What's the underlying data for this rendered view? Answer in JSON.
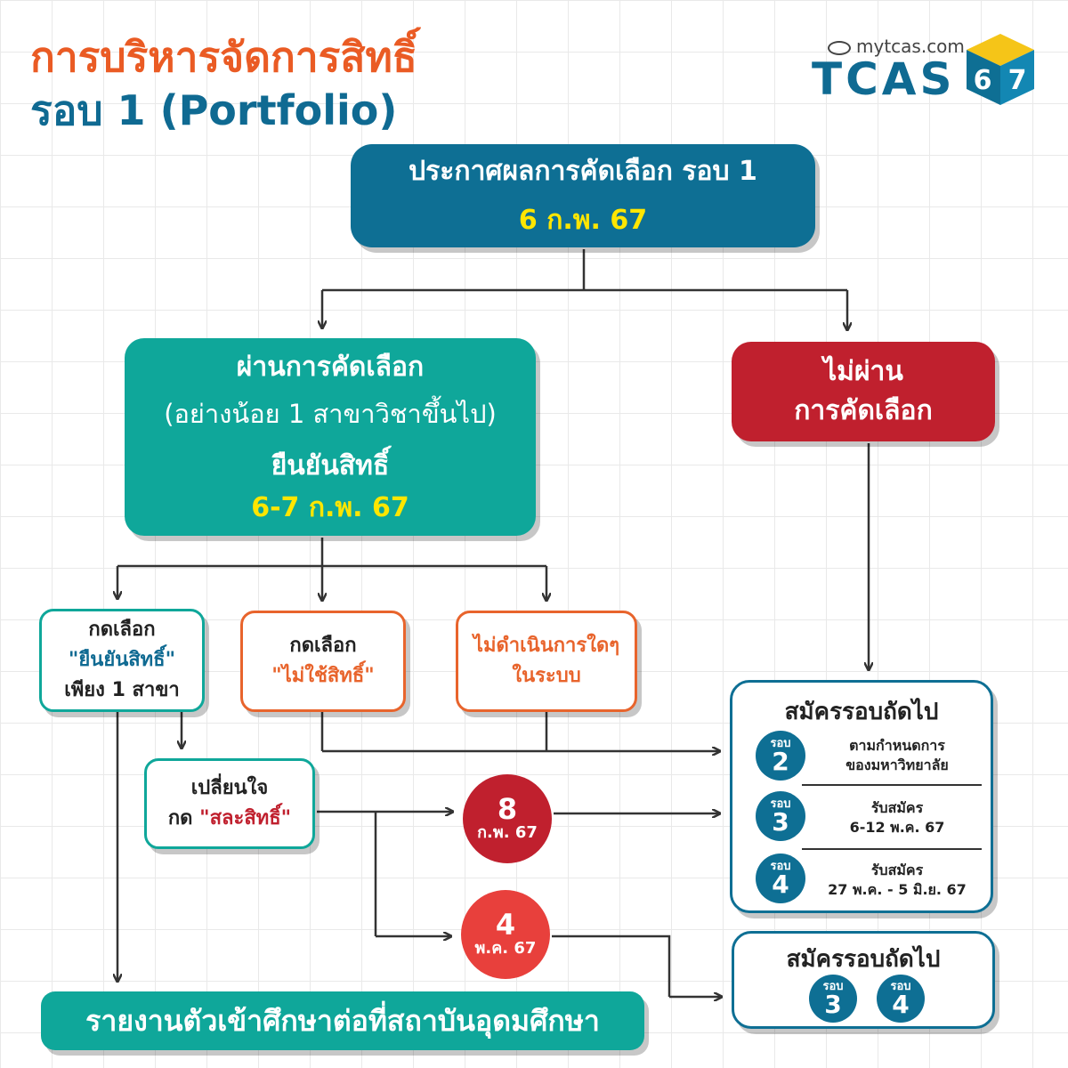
{
  "title": {
    "line1": "การบริหารจัดการสิทธิ์",
    "line2": "รอบ 1 (Portfolio)"
  },
  "logo": {
    "site": "mytcas.com",
    "word": "TCAS",
    "num1": "6",
    "num2": "7"
  },
  "announce": {
    "title": "ประกาศผลการคัดเลือก รอบ 1",
    "date": "6 ก.พ. 67"
  },
  "pass": {
    "title": "ผ่านการคัดเลือก",
    "subtitle": "(อย่างน้อย 1 สาขาวิชาขึ้นไป)",
    "confirm": "ยืนยันสิทธิ์",
    "date": "6-7 ก.พ. 67"
  },
  "fail": {
    "line1": "ไม่ผ่าน",
    "line2": "การคัดเลือก"
  },
  "option_confirm": {
    "line1": "กดเลือก",
    "line2": "\"ยืนยันสิทธิ์\"",
    "line3": "เพียง 1 สาขา"
  },
  "option_decline": {
    "line1": "กดเลือก",
    "line2": "\"ไม่ใช้สิทธิ์\""
  },
  "option_none": {
    "line1": "ไม่ดำเนินการใดๆ",
    "line2": "ในระบบ"
  },
  "change_mind": {
    "line1": "เปลี่ยนใจ",
    "prefix": "กด ",
    "action": "\"สละสิทธิ์\""
  },
  "deadline1": {
    "day": "8",
    "month": "ก.พ. 67"
  },
  "deadline2": {
    "day": "4",
    "month": "พ.ค. 67"
  },
  "next_rounds": {
    "title": "สมัครรอบถัดไป",
    "round_label": "รอบ",
    "items": [
      {
        "num": "2",
        "line1": "ตามกำหนดการ",
        "line2": "ของมหาวิทยาลัย"
      },
      {
        "num": "3",
        "line1": "รับสมัคร",
        "line2": "6-12 พ.ค. 67"
      },
      {
        "num": "4",
        "line1": "รับสมัคร",
        "line2": "27 พ.ค. - 5 มิ.ย. 67"
      }
    ]
  },
  "next_rounds2": {
    "title": "สมัครรอบถัดไป",
    "round_label": "รอบ",
    "nums": [
      "3",
      "4"
    ]
  },
  "report": "รายงานตัวเข้าศึกษาต่อที่สถาบันอุดมศึกษา",
  "colors": {
    "orange": "#ea5b24",
    "navy": "#0e6f94",
    "teal": "#0fa79a",
    "red": "#c0202e",
    "red_light": "#e8403c",
    "yellow": "#ffe600"
  }
}
